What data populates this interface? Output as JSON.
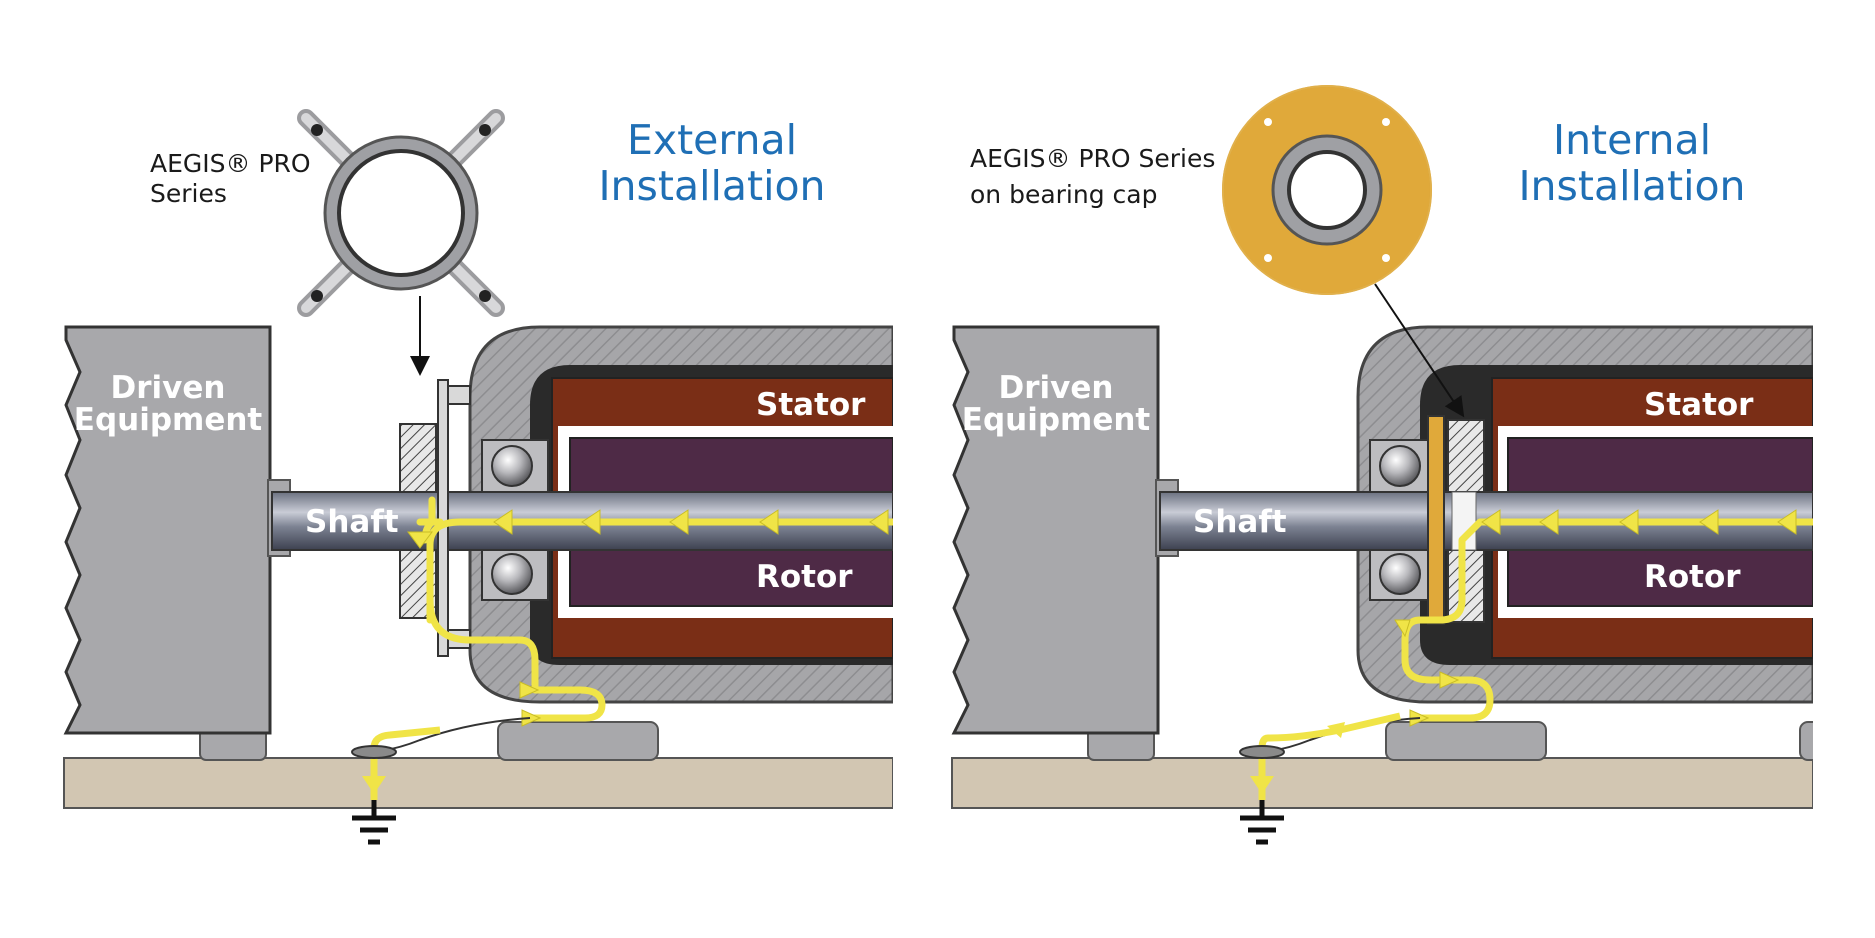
{
  "panels": [
    {
      "title_line1": "External",
      "title_line2": "Installation",
      "caption_line1": "AEGIS® PRO",
      "caption_line2": "Series",
      "driven_line1": "Driven",
      "driven_line2": "Equipment",
      "shaft": "Shaft",
      "stator": "Stator",
      "rotor": "Rotor"
    },
    {
      "title_line1": "Internal",
      "title_line2": "Installation",
      "caption_line1": "AEGIS® PRO Series",
      "caption_line2": "on bearing cap",
      "driven_line1": "Driven",
      "driven_line2": "Equipment",
      "shaft": "Shaft",
      "stator": "Stator",
      "rotor": "Rotor"
    }
  ],
  "colors": {
    "title_blue": "#1f6fb5",
    "current_arrow": "#f0e447",
    "stator": "#7a2e16",
    "rotor": "#4e2a46",
    "housing": "#a8a8ab",
    "floor": "#d2c6b2",
    "bearing_cap": "#e0a93a"
  },
  "icons": [
    "ground-symbol-icon",
    "ring-icon",
    "ball-bearing-icon",
    "arrow-icon"
  ]
}
